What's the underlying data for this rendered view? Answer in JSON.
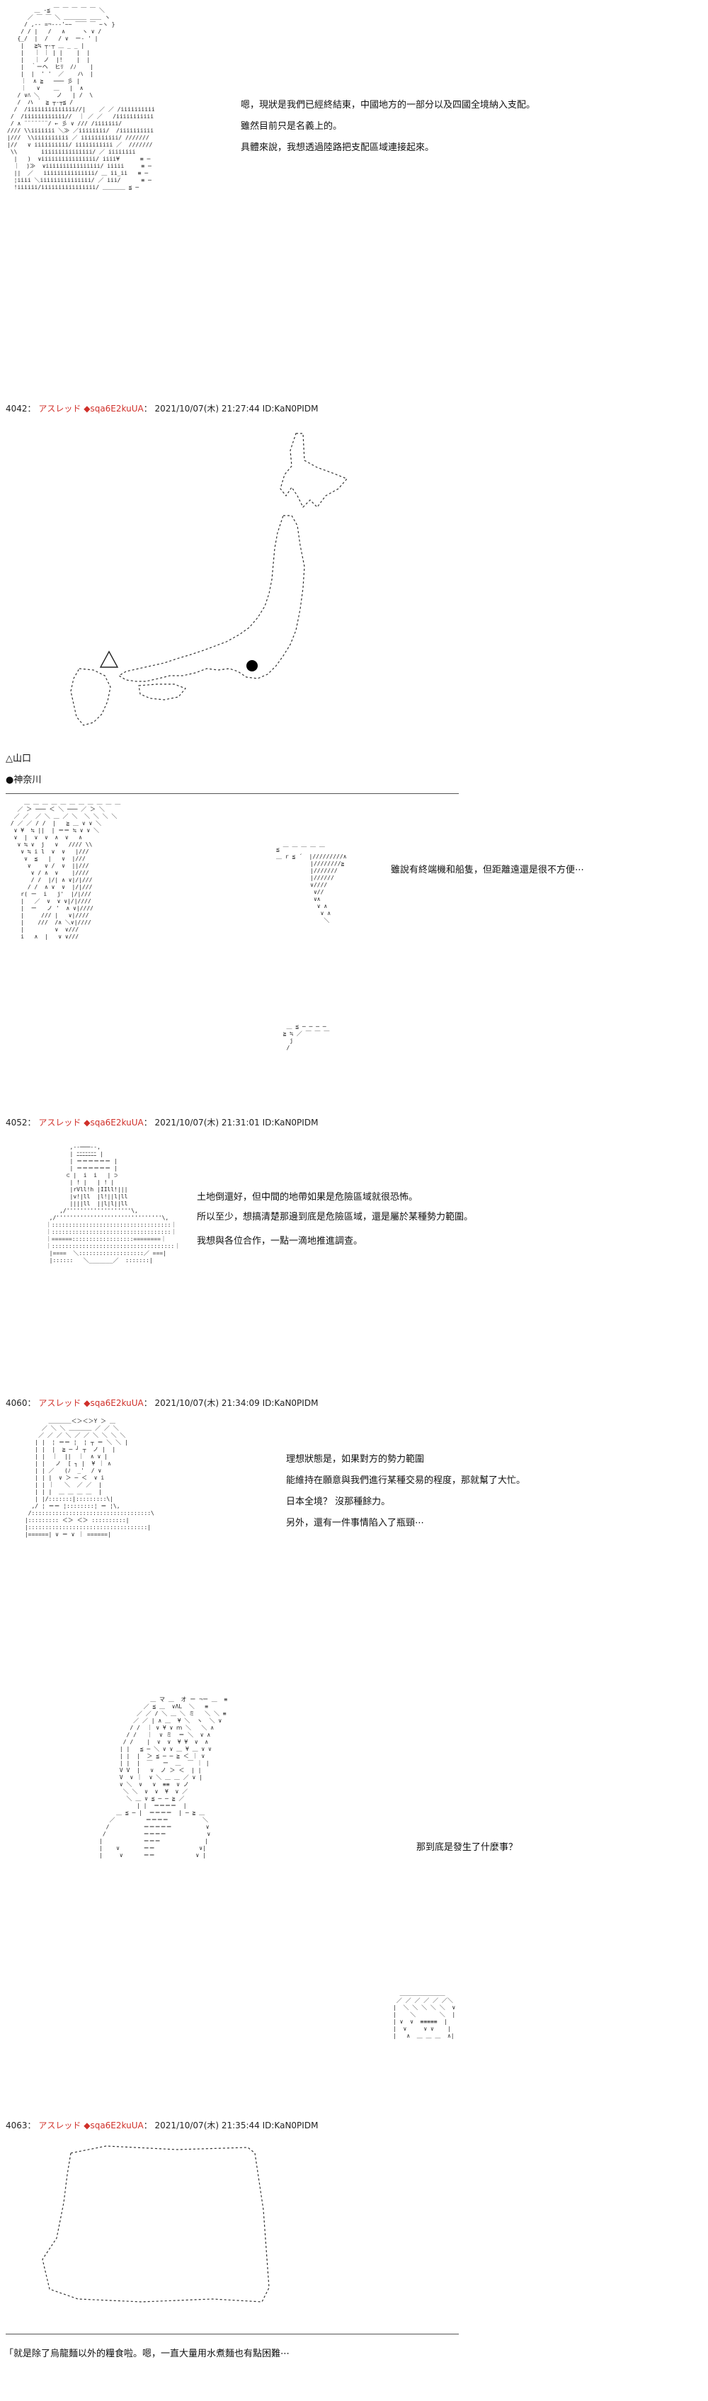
{
  "posts": [
    {
      "id": "4042",
      "name": "アスレッド",
      "trip": "◆sqa6E2kuUA",
      "datetime": "2021/10/07(木) 21:27:44",
      "userid": "ID:KaN0PIDM",
      "art": "        ＿ -≦ ￣ ￣ ￣ ￣ ￣ ＼\n      ／ ￣ ￣ ＼ ＿＿＿＿ ＿＿ ヽ\n     / ,-‐ =¬--‐'~~ ￣￣ ￣ ~ヽ }\n    / / |   /   ∧     ヽ ∨ /\n   {_/  |  /   / ∨  ー‐ ' |\n    |   ≧≒ ┬‐┬ ＿ _ _ |\n    |   ｜ ｜ | |    |  |\n    |   ｜ ノ  |!    |  |\n    |  ｀ーヘ  ヒﾘ  /ﾉ    |\n    |  |  ' '  ／    ハ  |\n    ｜  ∧ ≧   ─── 彡 |\n    ｜   ∨    ＿   |  ∧\n   / ∨ﾊ ＼     ノ   | /  \\\n   /  ハ ｀ ≧ ┬‐┬≦ /\n  /  /iiiiiiiiiiiiii//|    ／ ／ /iiiiiiiiii\n /  /iiiiiiiiiiii//  ｜ ／ ／   /iiiiiiiiiii\n / ∧ ¨¨¨¨¨¨¨/ ← 彡 ∨ /// /iiiiiii/\n//// \\\\iiiiiii ＼≫ ／iiiiiiii/  /iiiiiiiiii\n|///  \\\\iiiiiiiiii ／ iiiiiiiiiii/ ///////\n|//   ∨ iiiiiiiiii/ iiiiiiiiiii ／  ///////\n \\\\       iiiiiiiiiiiiiii/ ／ iiiiiiii\n  |   )  ∨iiiiiiiiiiiiiiii/ iiii¥      ≡ ─\n  ｜  )≫  ∨iiiiiiiiiiiiiiii/ iiiii     ≡ ─\n  ||  ／   iiiiiiiiiiiiiii/ ＿ ii_ii   ≡ ─\n  ¦iiii ＼iiiiiiiiiiiiiii/ ／ iii/      ≡ ─\n  !iiiiii/iiiiiiiiiiiiiiii/ ＿＿＿＿ ≦ ─",
      "lines": [
        "嗯，現狀是我們已經終結東，中國地方的一部分以及四國全境納入支配。",
        "雖然目前只是名義上的。",
        "具體來說，我想透過陸路把支配區域連接起來。"
      ]
    },
    {
      "id": "4052",
      "name": "アスレッド",
      "trip": "◆sqa6E2kuUA",
      "datetime": "2021/10/07(木) 21:31:01",
      "userid": "ID:KaN0PIDM",
      "art": "     ＿ ＿ ＿ ＿ ＿ ＿ ＿ ＿ ＿ ＿ ＿\n   ／ ＞ ─── ＜ ＼ ─── ／ ＞ ＼\n  ／ ／  ／ ＼ ＿ ／ ＼  ＼ ＼ ＼ ＼\n / ／ ／ / /  |   ≧ ＿ ∨ ∨ ＼\n  ∨ ¥  ≒ ||  | ＝＝ ≒ ∨ ∨ ＼\n  ∨  |  ∨  ∨  ∧  ∨   ∧\n   ∨ ≒ ∨  j   ∨   //// \\\\\n    ∨ ≒ i l  ∨  ∨   |///\n     ∨  ≦   |   ∨  |///\n      ∨    ∨ /  ∨  ||///\n       ∨ / ∧  ∨    |////\n       / /  |/| ∧ ∨|/|///\n      / /  ∧ ∨  ∨  |/|///\n    r( ー  i   j'  |/|///\n    |   ／  ∨  ∨ ∨|/|////\n    |  ー   ノ '  ∧ ∨|////\n    |     /// |   ∨|////\n    |    ///  /∧ ＼∨|////\n    |         ∨  ∨///\n    i   ∧  |   ∨ ∨///",
      "art_right": "≦ ￣ ￣ ￣ ￣ ￣\n＿ r ≦ ´  |/////////∧\n          |////////≧\n          |///////\n          |//////\n          ∨////\n           ∨//\n           ∨∧\n            ∨ ∧\n             ∨ ∧\n              ＼",
      "art_right2": "   ＿ ≦ ─ ─ ─ ─\n  ≧ ≒ ／ ￣ ￣ ￣\n    j\n   /",
      "lines": [
        "雖說有終端機和船隻，但距離遠還是很不方便⋯"
      ]
    },
    {
      "id": "4060",
      "name": "アスレッド",
      "trip": "◆sqa6E2kuUA",
      "datetime": "2021/10/07(木) 21:34:09",
      "userid": "ID:KaN0PIDM",
      "art": "        ,-‐───‐-,\n        | ﾆﾆﾆﾆﾆﾆﾆ |\n        | ＝＝＝＝＝＝ |\n        | ＝＝＝＝＝＝ |\n       ⊂ |  i  i   | ⊃\n        | ! |   | ! |\n        |rVll!h |IIll!|||\n        |v!|ll  |l!||l|ll\n        ||||ll  ||l|l||ll\n     ,/'''''''''''''''''''\\,\n  ,/'''''''''''''''''''''''''''''''\\,\n ｜:::::::::::::::::::::::::::::::::::｜\n ｜:::::::::::::::::::::::::::::::::::｜\n ｜======::::::::::::::::::========｜\n ｜::::::::::::::::::::::::::::::::::::｜\n  |====  ＼:::::::::::::::::::／ ===|\n  |::::::   ＼_______／  :::::::|",
      "lines": [
        "土地倒還好，但中間的地帶如果是危險區域就很恐怖。",
        "所以至少，想搞清楚那邊到底是危險區域，還是屬於某種勢力範圍。",
        "我想與各位合作，一點一滴地推進調查。"
      ]
    },
    {
      "id": "",
      "name": "",
      "trip": "",
      "datetime": "",
      "userid": "",
      "art": "        ＿＿＿＿＜＞＜＞Y ＞ ＿\n      ／ ＼ ＼ ＿＿＿＿ ／ ／ ＼\n     ／ ／ ／ ＼ ／ ／ ＼ ＼ ＼ ＼\n    | |  ¦ ＝＝ ¦  ¦ ┬ ＝ ＼ ＼ |\n    | |  |  ≧ ─ ┘ ┬  ノ |  |\n    | |  ｜  ||  ｜  ∧ ∨ |\n    | |   ノ  [ ┐ |  ¥ ｜ ∧\n    | | ／   (ﾉ  _'  / ∨\n    | | |  ∨ ＞ ─ ＜  ∨ i\n    | | ｜   ＼  ／ ／  |\n    | | |  ＿ ＿ ＿ ＿  |\n    | |/:::::::|:::::::::\\|\n   ,/ ¦ ＝＝ ¦::::::::¦ ＝ ¦\\,\n  /:::::::::::::::::::::::::::::::::::\\\n |::::::::: ＜＞ ＜＞ ::::::::::|\n |:::::::::::::::::::::::::::::::::::|\n |======| ∨ ＝ ∨ ｜ ======|",
      "lines": [
        "理想狀態是，如果對方的勢力範圍",
        "能維持在願意與我們進行某種交易的程度，那就幫了大忙。",
        "日本全境？ 沒那種餘力。",
        "另外，還有一件事情陷入了瓶頸⋯"
      ]
    },
    {
      "id": "4063",
      "name": "アスレッド",
      "trip": "◆sqa6E2kuUA",
      "datetime": "2021/10/07(木) 21:35:44",
      "userid": "ID:KaN0PIDM",
      "art": "               ＿ マ ＿  オ ー ¬ー ＿  ≡\n             ／ ≦ ＿  ∨ΛL  ＼   ≡\n           ／ ／ / ＼ ＿ ＼ ミ   ＼ ＼ ≡\n          ／ ／ | ∧ ＿  ¥ ＼  ヽ  ＼ ∨\n         / /  ｜ ∨ ¥ ∨ ｍ ＼   ＼ ∧\n        / /   ｜  ∨ ミ  ＝ ＼  ∨ ∧\n       / /    |  ∨  ∨  ¥ ¥  ∨  ∧\n      | |   ≦ ─ ＼ ∨ ∨ ＿ ¥ ＿ ∨ ∨\n      | |  |  ＞ ≦ ─ ─ ≧ ＜ ｜ ∨\n      | |  |  ￣   ー  ＿  ￣ ｜ |\n      V V  |   ∨  ノ ＞ ＜  | |\n      V  ∨ ｜  ∨ ＼ ＿ ＿ ／ ∨ |\n      ∨ ＼  ∨   ∨  ≡≡  ∨ ノ\n       ＼ ＼  ∨  ∨  ¥  ∨ ／\n        ＼ ＿ ∨ ≦ ─ ─ ≧ ／\n           | |  ＝＝＝＝  |\n     ＿ ≦ ─ |  ＝＝＝＝  | ─ ≧ ＿\n   ／         ＝＝＝＝          ＼\n  /          ＝＝＝＝＝          ∨\n /           ＝＝＝＝            ∨\n|            ＝＝＝             |\n|    ∨       ＝＝             ∨|\n|     ∨      ＝＝            ∨ |",
      "art_right": "  ＿＿＿＿＿＿＿＿\n ／ ／ ／ ／ ／ ／＼\n|  ＼ ＼ ＼ ＼ ＼  ∨\n|    ＼       ＼  |\n| ∨  ∨  ≡≡≡≡≡  |\n|  ∨     ∨ ∨    |\n|   ∧  ＿ ＿ ＿  ∧|",
      "lines": [
        "那到底是發生了什麼事？"
      ]
    }
  ],
  "map": {
    "legend": [
      {
        "symbol": "△",
        "label": "山口"
      },
      {
        "symbol": "●",
        "label": "神奈川"
      }
    ]
  },
  "bottom": {
    "caption": "「就是除了烏龍麵以外的糧食啦。嗯，一直大量用水煮麵也有點困難⋯"
  },
  "colors": {
    "name": "#d0302a",
    "text": "#111111",
    "art": "#222222"
  }
}
